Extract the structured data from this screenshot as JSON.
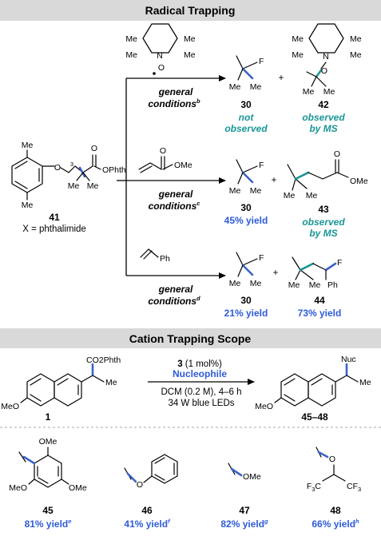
{
  "sections": {
    "radical_title": "Radical Trapping",
    "cation_title": "Cation Trapping Scope"
  },
  "general": "general",
  "conditions": "conditions",
  "sup": {
    "b": "b",
    "c": "c",
    "d": "d",
    "e": "e",
    "f": "f",
    "g": "g",
    "h": "h"
  },
  "substrate": {
    "number": "41",
    "note": "X = phthalimide",
    "ester": "OPhth",
    "ether_o": "O",
    "chain_n": "3",
    "carbonyl_o": "O",
    "me": "Me"
  },
  "tempo": {
    "n": "N",
    "o": "O"
  },
  "acrylate": {
    "o": "O",
    "ome": "OMe"
  },
  "styrene": {
    "ph": "Ph"
  },
  "compounds": {
    "c30": "30",
    "c42": "42",
    "c43": "43",
    "c44": "44",
    "c1": "1",
    "c45_48": "45–48",
    "c45": "45",
    "c46": "46",
    "c47": "47",
    "c48": "48"
  },
  "results": {
    "not": "not",
    "observed": "observed",
    "by_ms": "by MS",
    "y30_acrylate": "45% yield",
    "y30_styrene": "21% yield",
    "y44": "73% yield",
    "y45": "81% yield",
    "y46": "41% yield",
    "y47": "82% yield",
    "y48": "66% yield"
  },
  "atoms": {
    "f": "F",
    "me": "Me",
    "ome": "OMe",
    "ph": "Ph",
    "meo": "MeO",
    "o": "O",
    "f3c": "F3C",
    "cf3": "CF3",
    "co2phth": "CO2Phth",
    "nuc": "Nuc"
  },
  "cation": {
    "catalyst_num": "3",
    "catalyst_loading": "(1 mol%)",
    "nucleophile": "Nucleophile",
    "solvent": "DCM (0.2 M), 4–6 h",
    "light": "34 W blue LEDs"
  },
  "colors": {
    "blue": "#2e5bd8",
    "teal": "#1b9696",
    "header_bg": "#d9d9d9"
  }
}
